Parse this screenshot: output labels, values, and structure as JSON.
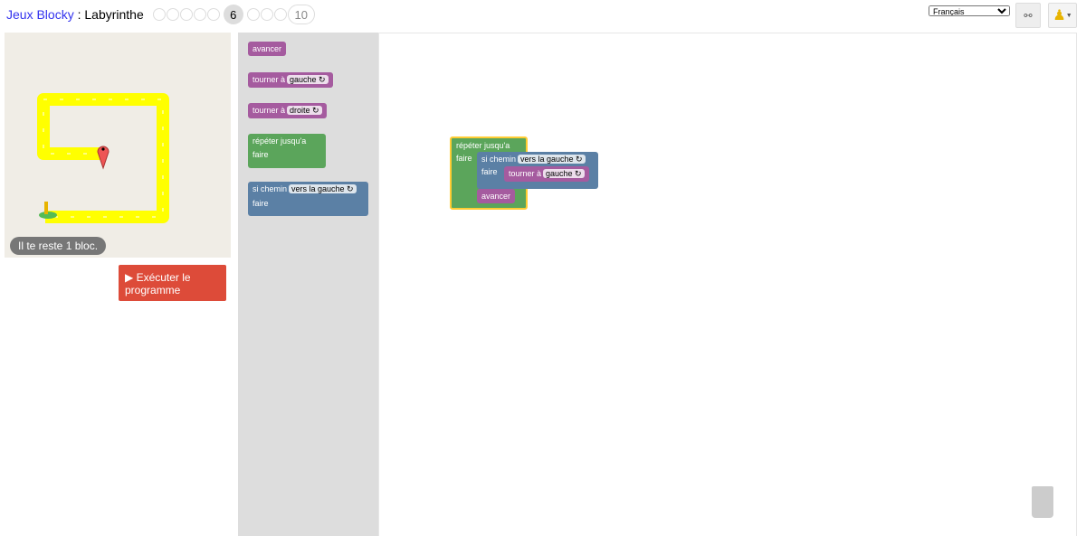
{
  "header": {
    "app": "Jeux Blocky",
    "sep": " : ",
    "game": "Labyrinthe",
    "current_level": "6",
    "last_level": "10"
  },
  "language": "Français",
  "icons": {
    "link": "link-icon",
    "user": "pegman-icon"
  },
  "maze": {
    "remaining": "Il te reste 1 bloc."
  },
  "run_button": "Exécuter le programme",
  "toolbox": {
    "move": "avancer",
    "turn": "tourner à",
    "left": "gauche ↻",
    "right": "droite ↻",
    "repeat": "répéter jusqu'a",
    "do": "faire",
    "ifpath": "si chemin",
    "dirleft": "vers la gauche ↻"
  },
  "workspace": {
    "repeat": "répéter jusqu'a",
    "do": "faire",
    "ifpath": "si chemin",
    "dir": "vers la gauche ↻",
    "do2": "faire",
    "turn": "tourner à",
    "turndir": "gauche ↻",
    "move": "avancer"
  }
}
